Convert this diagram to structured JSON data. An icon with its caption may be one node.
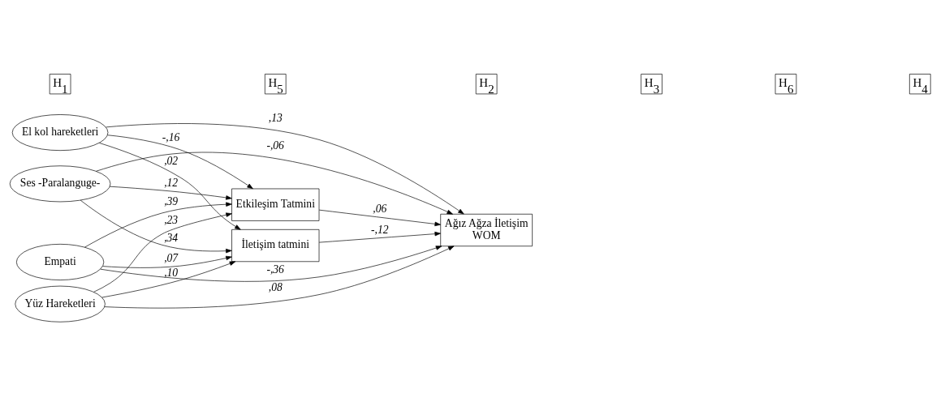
{
  "diagram": {
    "nodes": [
      {
        "text": [
          "El kol hareketleri"
        ]
      },
      {
        "text": [
          "Ses -Paralanguge-"
        ]
      },
      {
        "text": [
          "Empati"
        ]
      },
      {
        "text": [
          "Yüz Hareketleri"
        ]
      },
      {
        "text": [
          "Etkileşim Tatmini"
        ]
      },
      {
        "text": [
          "İletişim tatmini"
        ]
      },
      {
        "text": [
          "Ağız Ağza İletişim",
          "WOM"
        ]
      }
    ],
    "edges": [
      {
        "from": 0,
        "to": 6,
        "arrow": "to",
        "label": ",13"
      },
      {
        "from": 0,
        "to": 4,
        "arrow": "to",
        "label": "-,16"
      },
      {
        "from": 0,
        "to": 5,
        "arrow": "to",
        "label": ",02"
      },
      {
        "from": 1,
        "to": 4,
        "arrow": "to",
        "label": ",12"
      },
      {
        "from": 1,
        "to": 6,
        "arrow": "to",
        "label": "-,06"
      },
      {
        "from": 1,
        "to": 5,
        "arrow": "to",
        "label": ",34"
      },
      {
        "from": 2,
        "to": 4,
        "arrow": "to",
        "label": ",39"
      },
      {
        "from": 2,
        "to": 5,
        "arrow": "to",
        "label": ",07"
      },
      {
        "from": 2,
        "to": 6,
        "arrow": "to",
        "label": "-,36"
      },
      {
        "from": 3,
        "to": 4,
        "arrow": "to",
        "label": ",23"
      },
      {
        "from": 3,
        "to": 5,
        "arrow": "to",
        "label": ",10"
      },
      {
        "from": 3,
        "to": 6,
        "arrow": "to",
        "label": ",08"
      },
      {
        "from": 4,
        "to": 6,
        "arrow": "to",
        "label": ",06"
      },
      {
        "from": 5,
        "to": 6,
        "arrow": "to",
        "label": "-,12"
      }
    ],
    "labels": [
      "H$_{1}$",
      "H$_{5}$",
      "H$_{2}$",
      "H$_{3}$",
      "H$_{6}$",
      "H$_{4}$"
    ]
  }
}
